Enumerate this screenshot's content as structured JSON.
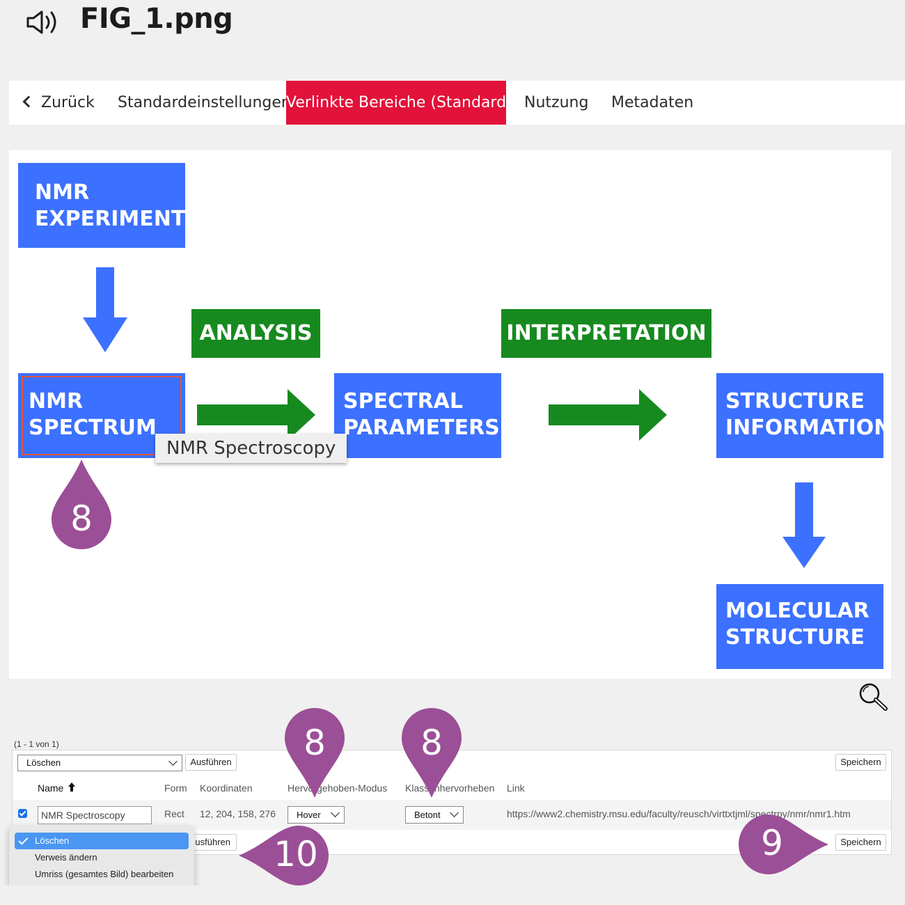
{
  "header": {
    "title": "FIG_1.png",
    "audio_icon": "speaker-icon"
  },
  "tabs": {
    "back": "Zurück",
    "defaults": "Standardeinstellungen",
    "linked": "Verlinkte Bereiche (Standard)",
    "usage": "Nutzung",
    "metadata": "Metadaten"
  },
  "accent_color": "#e3123a",
  "figure": {
    "nmr_experiment": [
      "NMR",
      "EXPERIMENT"
    ],
    "nmr_spectrum": [
      "NMR",
      "SPECTRUM"
    ],
    "analysis": "ANALYSIS",
    "interpretation": "INTERPRETATION",
    "spectral_parameters": [
      "SPECTRAL",
      "PARAMETERS"
    ],
    "structure_information": [
      "STRUCTURE",
      "INFORMATION"
    ],
    "molecular_structure": [
      "MOLECULAR",
      "STRUCTURE"
    ],
    "tooltip": "NMR Spectroscopy"
  },
  "markers": {
    "m8": "8",
    "m9": "9",
    "m10": "10"
  },
  "table": {
    "count": "(1 - 1 von 1)",
    "bulk_action": "Löschen",
    "execute": "Ausführen",
    "save": "Speichern",
    "execute_partial": "usführen",
    "headers": {
      "name": "Name",
      "shape": "Form",
      "coords": "Koordinaten",
      "highlight_mode": "Hervorgehoben-Modus",
      "class_highlight": "Klassenhervorheben",
      "link": "Link"
    },
    "row": {
      "name": "NMR Spectroscopy",
      "shape": "Rect",
      "coords": "12, 204, 158, 276",
      "highlight_mode": "Hover",
      "class_highlight": "Betont",
      "link": "https://www2.chemistry.msu.edu/faculty/reusch/virttxtjml/spectrpy/nmr/nmr1.htm"
    }
  },
  "menu": {
    "items": [
      "Löschen",
      "Verweis ändern",
      "Umriss (gesamtes Bild) bearbeiten"
    ]
  }
}
